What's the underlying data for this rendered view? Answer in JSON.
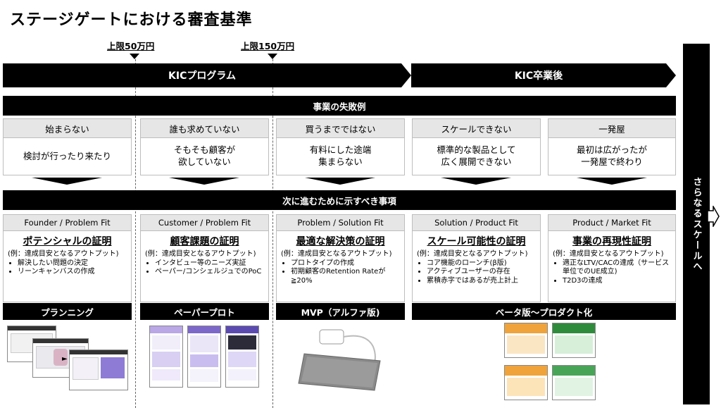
{
  "title": "ステージゲートにおける審査基準",
  "limits": [
    "上限50万円",
    "上限150万円"
  ],
  "programs": [
    {
      "label": "KICプログラム"
    },
    {
      "label": "KIC卒業後"
    }
  ],
  "failure_header": "事業の失敗例",
  "failures": [
    {
      "head": "始まらない",
      "body": "検討が行ったり来たり"
    },
    {
      "head": "誰も求めていない",
      "body": "そもそも顧客が\n欲していない"
    },
    {
      "head": "買うまでではない",
      "body": "有料にした途端\n集まらない"
    },
    {
      "head": "スケールできない",
      "body": "標準的な製品として\n広く展開できない"
    },
    {
      "head": "一発屋",
      "body": "最初は広がったが\n一発屋で終わり"
    }
  ],
  "next_header": "次に進むために示すべき事項",
  "fits": [
    {
      "head": "Founder / Problem Fit",
      "title": "ポテンシャルの証明",
      "example": "(例：達成目安となるアウトプット)",
      "items": [
        "解決したい問題の決定",
        "リーンキャンバスの作成"
      ]
    },
    {
      "head": "Customer / Problem Fit",
      "title": "顧客課題の証明",
      "example": "(例：達成目安となるアウトプット)",
      "items": [
        "インタビュー等のニーズ実証",
        "ペーパー/コンシェルジュでのPoC"
      ]
    },
    {
      "head": "Problem / Solution Fit",
      "title": "最適な解決策の証明",
      "example": "(例：達成目安となるアウトプット)",
      "items": [
        "プロトタイプの作成",
        "初期顧客のRetention Rateが≧20%"
      ]
    },
    {
      "head": "Solution / Product Fit",
      "title": "スケール可能性の証明",
      "example": "(例：達成目安となるアウトプット)",
      "items": [
        "コア機能のローンチ(β版)",
        "アクティブユーザーの存在",
        "累積赤字ではあるが売上計上"
      ]
    },
    {
      "head": "Product / Market Fit",
      "title": "事業の再現性証明",
      "example": "(例：達成目安となるアウトプット)",
      "items": [
        "適正なLTV/CACの達成（サービス単位でのUE成立)",
        "T2D3の達成"
      ]
    }
  ],
  "stages": [
    "プランニング",
    "ペーパープロト",
    "MVP（アルファ版)",
    "ベータ版〜プロダクト化"
  ],
  "side_label": "さらなるスケールへ",
  "colors": {
    "accent": "#000000",
    "gray": "#e6e6e6",
    "border": "#bdbdbd"
  }
}
